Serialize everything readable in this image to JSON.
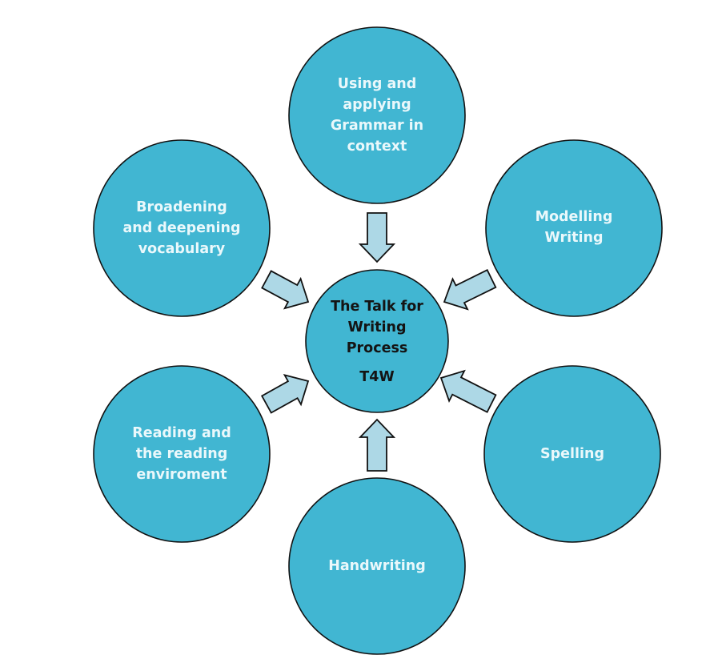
{
  "diagram": {
    "type": "hub-and-spoke",
    "colors": {
      "circle_fill": "#41B6D2",
      "arrow_fill": "#ADD8E6",
      "outline": "#111111",
      "outer_text": "#EAF8FB",
      "center_text": "#141414",
      "background": "#FFFFFF"
    },
    "center": {
      "label_lines": [
        "The Talk for",
        "Writing",
        "Process"
      ],
      "abbreviation": "T4W"
    },
    "nodes": [
      {
        "id": "grammar",
        "position": "top",
        "label_lines": [
          "Using and",
          "applying",
          "Grammar in",
          "context"
        ]
      },
      {
        "id": "modelling",
        "position": "top-right",
        "label_lines": [
          "Modelling",
          "Writing"
        ]
      },
      {
        "id": "spelling",
        "position": "bottom-right",
        "label_lines": [
          "Spelling"
        ]
      },
      {
        "id": "handwriting",
        "position": "bottom",
        "label_lines": [
          "Handwriting"
        ]
      },
      {
        "id": "reading",
        "position": "bottom-left",
        "label_lines": [
          "Reading and",
          "the reading",
          "enviroment"
        ]
      },
      {
        "id": "vocabulary",
        "position": "top-left",
        "label_lines": [
          "Broadening",
          "and deepening",
          "vocabulary"
        ]
      }
    ],
    "arrows": [
      {
        "from": "grammar",
        "to": "center",
        "icon": "arrow-down-icon"
      },
      {
        "from": "modelling",
        "to": "center",
        "icon": "arrow-down-left-icon"
      },
      {
        "from": "spelling",
        "to": "center",
        "icon": "arrow-up-left-icon"
      },
      {
        "from": "handwriting",
        "to": "center",
        "icon": "arrow-up-icon"
      },
      {
        "from": "reading",
        "to": "center",
        "icon": "arrow-up-right-icon"
      },
      {
        "from": "vocabulary",
        "to": "center",
        "icon": "arrow-down-right-icon"
      }
    ]
  }
}
